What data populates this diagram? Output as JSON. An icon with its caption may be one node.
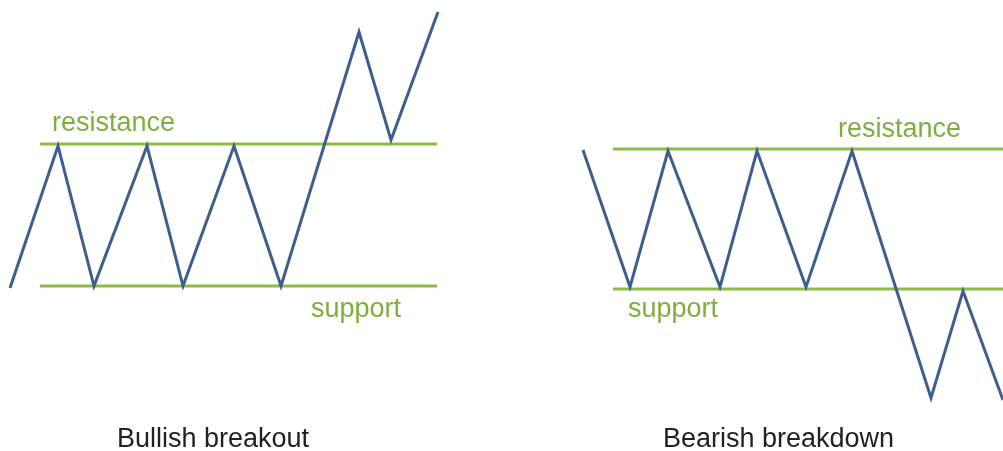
{
  "diagram": {
    "labels": [
      "resistance",
      "support",
      "Bullish breakout",
      "resistance",
      "support",
      "Bearish breakdown"
    ]
  }
}
